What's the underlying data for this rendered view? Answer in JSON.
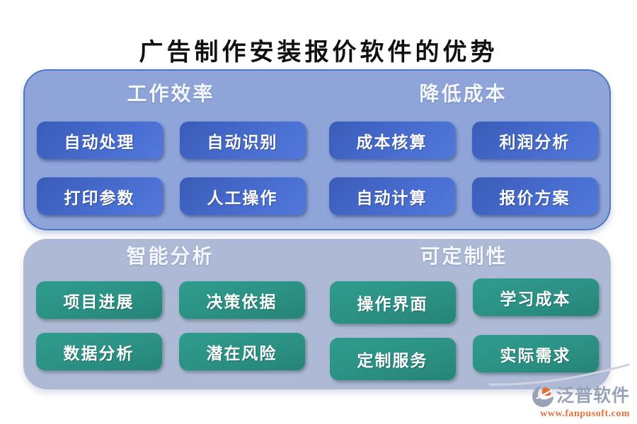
{
  "page": {
    "title": "广告制作安装报价软件的优势"
  },
  "panels": [
    {
      "style": "blue",
      "bg": "#8fa5d9",
      "border": "#4d78c8",
      "button_color": "#4467c9",
      "sections": [
        {
          "title": "工作效率",
          "items": [
            "自动处理",
            "自动识别",
            "打印参数",
            "人工操作"
          ]
        },
        {
          "title": "降低成本",
          "items": [
            "成本核算",
            "利润分析",
            "自动计算",
            "报价方案"
          ]
        }
      ]
    },
    {
      "style": "teal",
      "bg": "#aebad5",
      "border": "none",
      "button_color": "#2b9184",
      "sections": [
        {
          "title": "智能分析",
          "items": [
            "项目进展",
            "决策依据",
            "数据分析",
            "潜在风险"
          ]
        },
        {
          "title": "可定制性",
          "items": [
            "操作界面",
            "学习成本",
            "定制服务",
            "实际需求"
          ]
        }
      ]
    }
  ],
  "footer": {
    "brand": "泛普软件",
    "url": "www.fanpusoft.com",
    "brand_color": "#98a2b6",
    "url_color": "#e0713c"
  }
}
